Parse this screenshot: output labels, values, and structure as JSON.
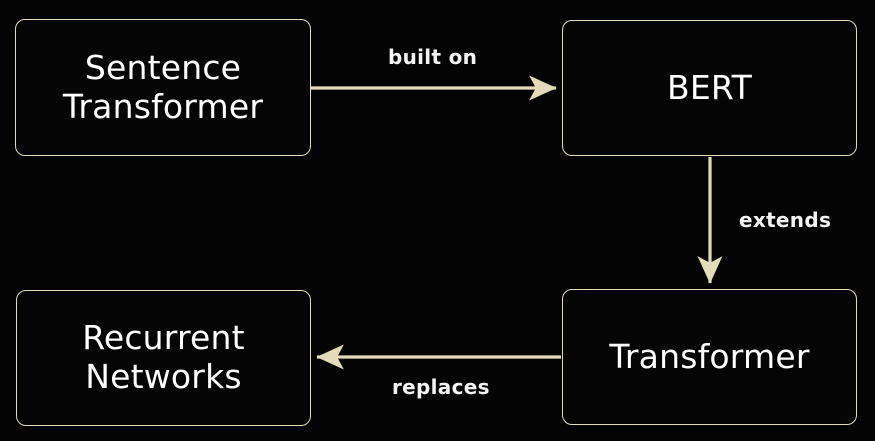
{
  "diagram": {
    "type": "flow-diagram",
    "title": "",
    "background_color": "#040404",
    "edge_color": "#e3dcb8",
    "node_border_color": "#e3dcb8",
    "node_fill_color": "#050505",
    "node_text_color": "#ffffff",
    "edge_label_color": "#f4f4f4",
    "nodes": [
      {
        "id": "sentence-transformer",
        "label": "Sentence\nTransformer",
        "position": "top-left"
      },
      {
        "id": "bert",
        "label": "BERT",
        "position": "top-right"
      },
      {
        "id": "recurrent-networks",
        "label": "Recurrent\nNetworks",
        "position": "bottom-left"
      },
      {
        "id": "transformer",
        "label": "Transformer",
        "position": "bottom-right"
      }
    ],
    "edges": [
      {
        "id": "built-on",
        "label": "built on",
        "from": "sentence-transformer",
        "to": "bert",
        "direction": "right"
      },
      {
        "id": "extends",
        "label": "extends",
        "from": "bert",
        "to": "transformer",
        "direction": "down"
      },
      {
        "id": "replaces",
        "label": "replaces",
        "from": "transformer",
        "to": "recurrent-networks",
        "direction": "left"
      }
    ]
  }
}
